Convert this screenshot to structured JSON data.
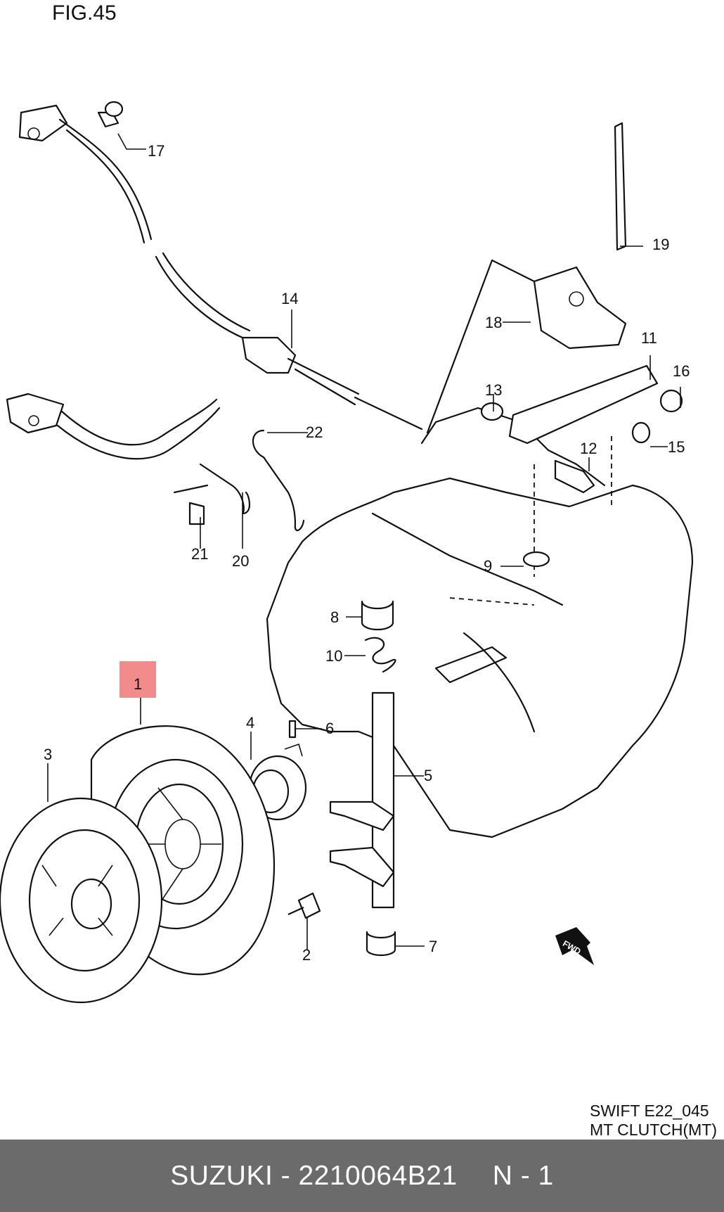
{
  "figure": {
    "title": "FIG.45"
  },
  "callouts": [
    {
      "id": "1",
      "text": "1",
      "highlighted": true
    },
    {
      "id": "2",
      "text": "2"
    },
    {
      "id": "3",
      "text": "3"
    },
    {
      "id": "4",
      "text": "4"
    },
    {
      "id": "5",
      "text": "5"
    },
    {
      "id": "6",
      "text": "6"
    },
    {
      "id": "7",
      "text": "7"
    },
    {
      "id": "8",
      "text": "8"
    },
    {
      "id": "9",
      "text": "9"
    },
    {
      "id": "10",
      "text": "10"
    },
    {
      "id": "11",
      "text": "11"
    },
    {
      "id": "12",
      "text": "12"
    },
    {
      "id": "13",
      "text": "13"
    },
    {
      "id": "14",
      "text": "14"
    },
    {
      "id": "15",
      "text": "15"
    },
    {
      "id": "16",
      "text": "16"
    },
    {
      "id": "17",
      "text": "17"
    },
    {
      "id": "18",
      "text": "18"
    },
    {
      "id": "19",
      "text": "19"
    },
    {
      "id": "20",
      "text": "20"
    },
    {
      "id": "21",
      "text": "21"
    },
    {
      "id": "22",
      "text": "22"
    }
  ],
  "fwd_badge": "FWD",
  "caption": {
    "line1": "SWIFT E22_045",
    "line2": "MT CLUTCH(MT)"
  },
  "footer": {
    "part_ref": "SUZUKI - 2210064B21",
    "qty": "N - 1"
  },
  "colors": {
    "highlight": "#f28b8b",
    "footer_bg": "#6b6b6b",
    "footer_text": "#ffffff"
  }
}
